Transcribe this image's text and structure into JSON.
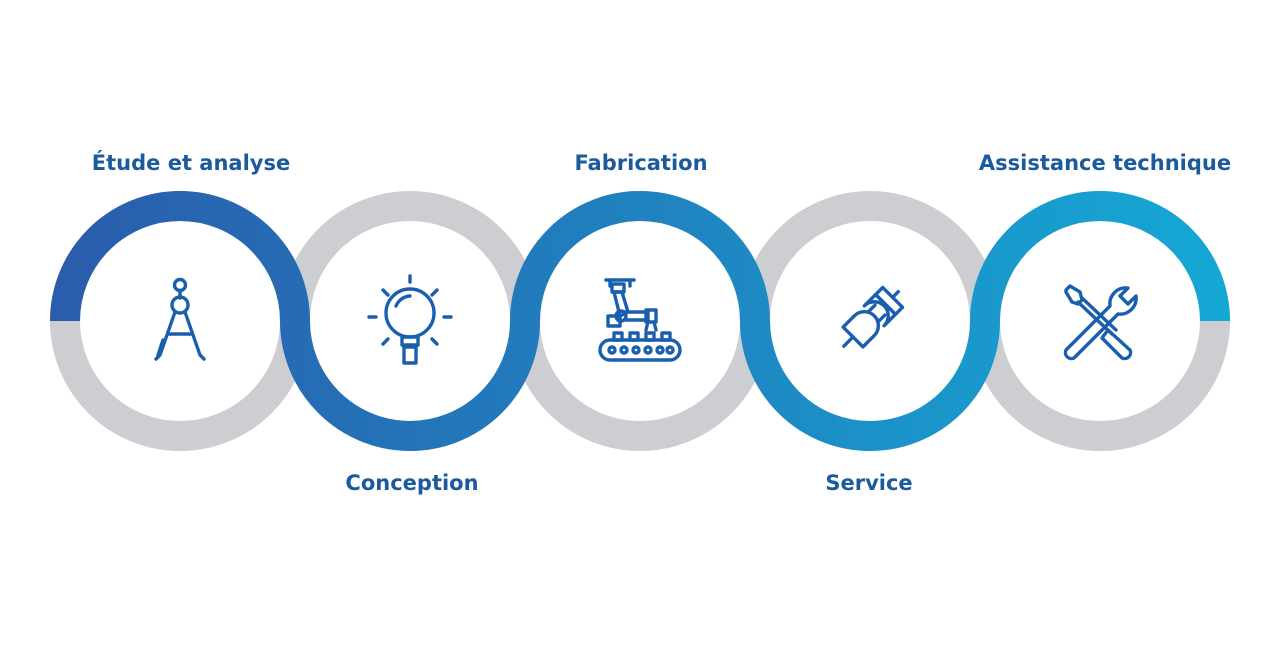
{
  "colors": {
    "ring_grey": "#cdced2",
    "icon_blue": "#1a5fae",
    "label_blue": "#1b5a9c",
    "gradient_start": "#2a5cab",
    "gradient_end": "#15a8d4",
    "background": "#ffffff"
  },
  "steps": [
    {
      "label": "Étude et analyse",
      "icon": "drafting-compass-icon",
      "label_position": "top"
    },
    {
      "label": "Conception",
      "icon": "light-bulb-icon",
      "label_position": "bottom"
    },
    {
      "label": "Fabrication",
      "icon": "robot-arm-conveyor-icon",
      "label_position": "top"
    },
    {
      "label": "Service",
      "icon": "plug-connector-icon",
      "label_position": "bottom"
    },
    {
      "label": "Assistance technique",
      "icon": "screwdriver-wrench-icon",
      "label_position": "top"
    }
  ]
}
